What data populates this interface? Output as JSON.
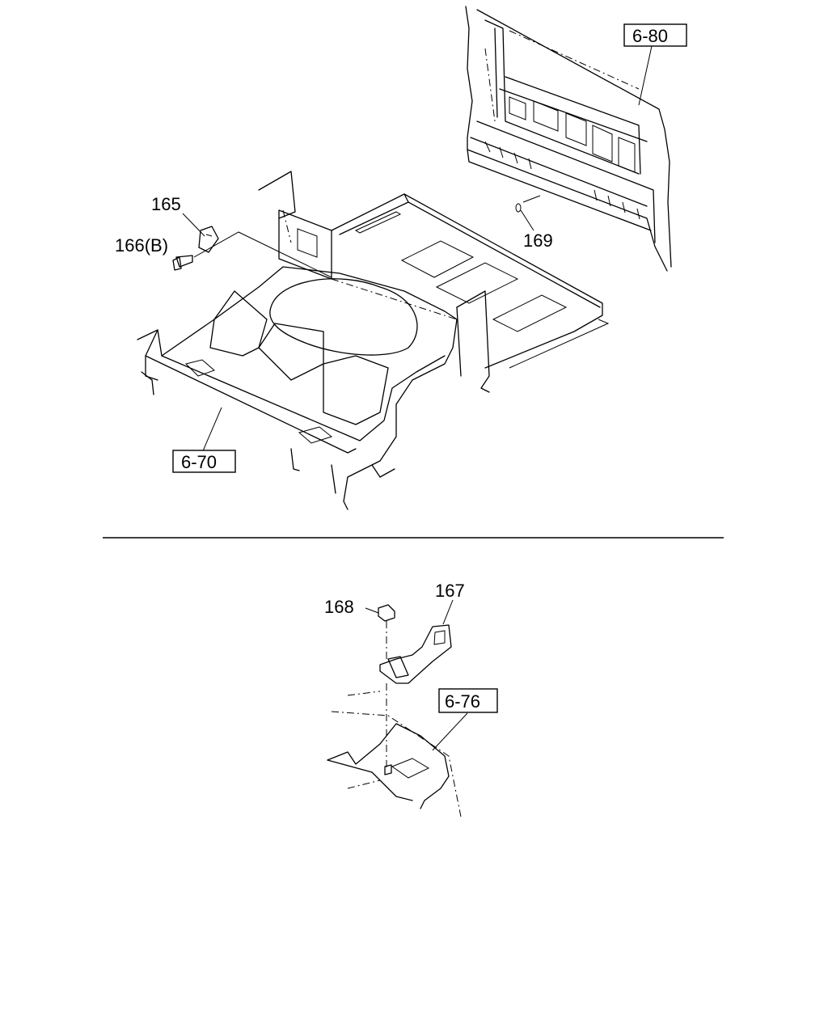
{
  "references": {
    "top_right": "6-80",
    "left": "6-70",
    "bottom": "6-76"
  },
  "parts": {
    "p165": "165",
    "p166": "166(B)",
    "p169": "169",
    "p167": "167",
    "p168": "168"
  }
}
